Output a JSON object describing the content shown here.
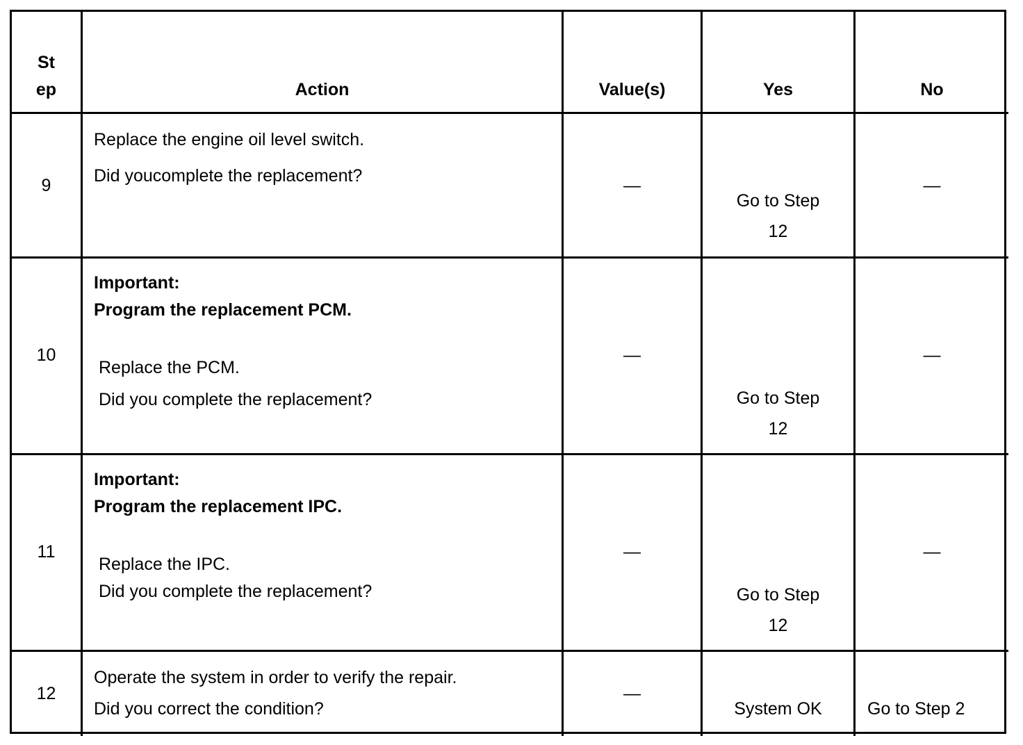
{
  "table": {
    "headers": {
      "step_line1": "St",
      "step_line2": "ep",
      "action": "Action",
      "values": "Value(s)",
      "yes": "Yes",
      "no": "No"
    },
    "rows": [
      {
        "step": "9",
        "action_lines": [
          "Replace the engine oil level switch.",
          "Did youcomplete the replacement?"
        ],
        "value": "—",
        "yes_line1": "Go to Step",
        "yes_line2": "12",
        "no": "—"
      },
      {
        "step": "10",
        "important_label": "Important:",
        "important_text": "Program the replacement PCM.",
        "action_lines": [
          "Replace the PCM.",
          "Did you complete the replacement?"
        ],
        "value": "—",
        "yes_line1": "Go to Step",
        "yes_line2": "12",
        "no": "—"
      },
      {
        "step": "11",
        "important_label": "Important:",
        "important_text": "Program the replacement IPC.",
        "action_lines": [
          "Replace the IPC.",
          "Did you complete the replacement?"
        ],
        "value": "—",
        "yes_line1": "Go to Step",
        "yes_line2": "12",
        "no": "—"
      },
      {
        "step": "12",
        "action_lines": [
          "Operate the system in order to verify the repair.",
          "Did you correct the condition?"
        ],
        "value": "—",
        "yes": "System OK",
        "no": "Go to Step 2"
      }
    ]
  }
}
